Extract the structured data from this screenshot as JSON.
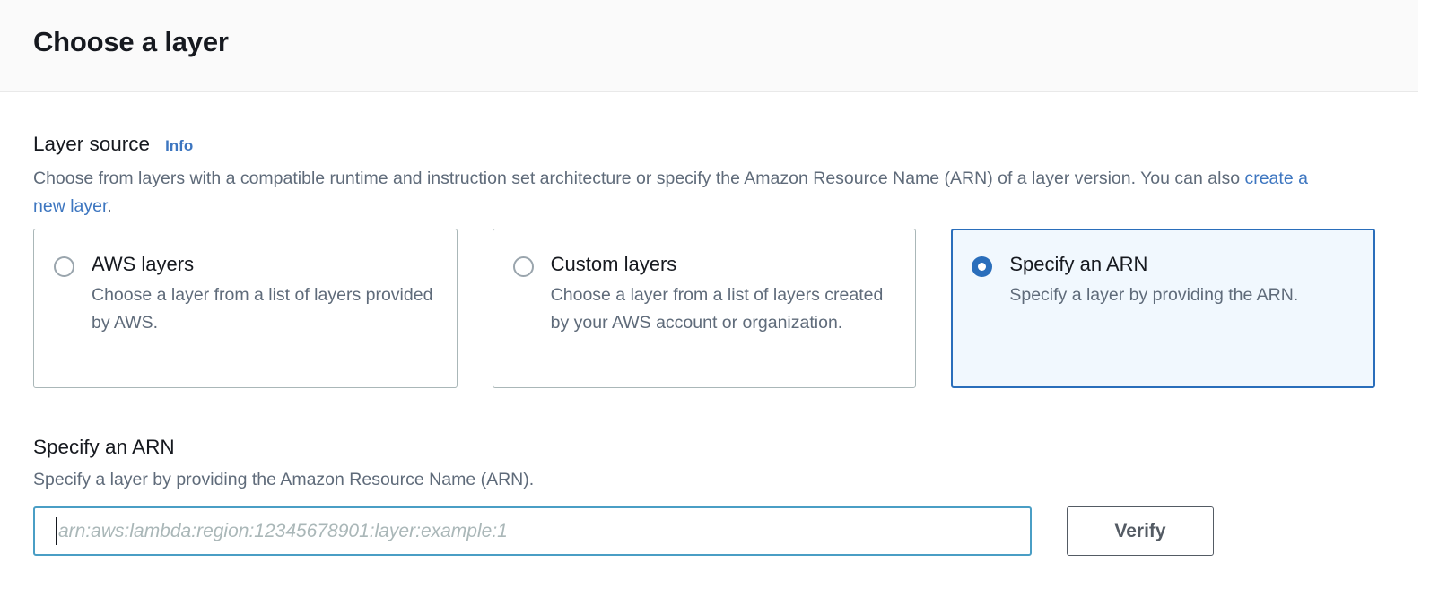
{
  "header": {
    "title": "Choose a layer"
  },
  "layer_source": {
    "heading": "Layer source",
    "info_label": "Info",
    "description_before_link": "Choose from layers with a compatible runtime and instruction set architecture or specify the Amazon Resource Name (ARN) of a layer version. You can also ",
    "description_link": "create a new layer",
    "description_after_link": ".",
    "options": [
      {
        "label": "AWS layers",
        "description": "Choose a layer from a list of layers provided by AWS.",
        "selected": false
      },
      {
        "label": "Custom layers",
        "description": "Choose a layer from a list of layers created by your AWS account or organization.",
        "selected": false
      },
      {
        "label": "Specify an ARN",
        "description": "Specify a layer by providing the ARN.",
        "selected": true
      }
    ]
  },
  "arn_section": {
    "heading": "Specify an ARN",
    "description": "Specify a layer by providing the Amazon Resource Name (ARN).",
    "input_value": "",
    "input_placeholder": "arn:aws:lambda:region:12345678901:layer:example:1",
    "verify_label": "Verify"
  },
  "colors": {
    "accent_blue": "#2a6ebb",
    "link_blue": "#3d76c0",
    "selected_tile_bg": "#f1f8fe",
    "focus_border": "#4a9ec5",
    "header_bg": "#fafafa",
    "button_border": "#545b64",
    "text_dark": "#16191f",
    "text_muted": "#5f6b7a"
  }
}
